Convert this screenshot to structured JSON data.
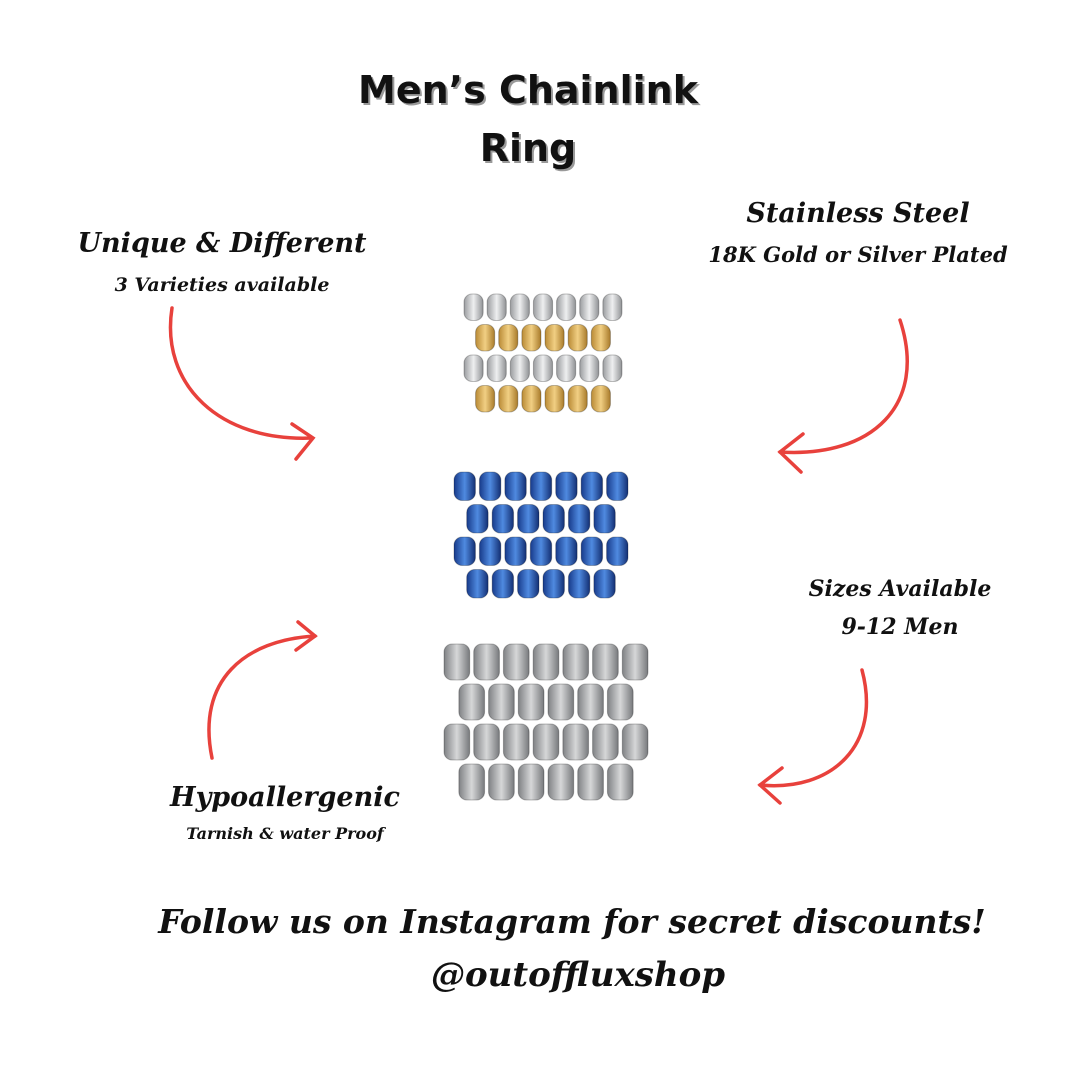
{
  "title": {
    "line1": "Men’s Chainlink",
    "line2": "Ring"
  },
  "features": {
    "unique": {
      "heading": "Unique & Different",
      "sub": "3 Varieties available"
    },
    "material": {
      "heading": "Stainless Steel",
      "sub": "18K Gold or Silver Plated"
    },
    "sizes": {
      "heading": "Sizes Available",
      "sub": "9-12 Men"
    },
    "hypo": {
      "heading": "Hypoallergenic",
      "sub": "Tarnish & water Proof"
    }
  },
  "footer": {
    "cta": "Follow us on Instagram for secret discounts!",
    "handle": "@outoffluxshop"
  },
  "colors": {
    "arrow": "#e8413c",
    "gold": "#d8a94a",
    "silver": "#c9cbcd",
    "blue": "#2a5bb8",
    "steel": "#a9abad"
  },
  "products": [
    {
      "name": "gold-silver-ring",
      "variant": "gold-silver"
    },
    {
      "name": "blue-ring",
      "variant": "blue"
    },
    {
      "name": "silver-ring",
      "variant": "silver"
    }
  ]
}
